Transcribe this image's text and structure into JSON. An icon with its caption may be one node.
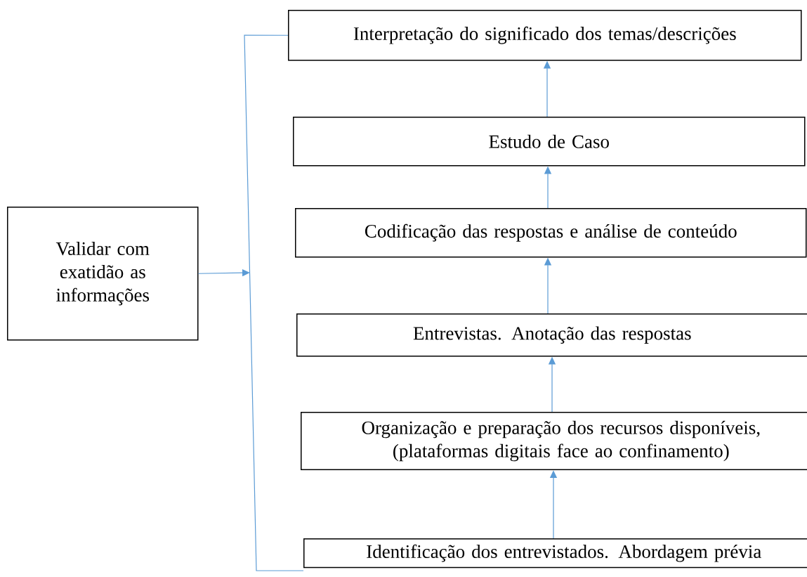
{
  "diagram": {
    "nodes": [
      {
        "text": [
          "Validar com exatidão as informações"
        ]
      },
      {
        "text": [
          "Interpretação do significado dos temas/descrições"
        ]
      },
      {
        "text": [
          "Estudo de Caso"
        ]
      },
      {
        "text": [
          "Codificação das respostas e análise de conteúdo"
        ]
      },
      {
        "text": [
          "Entrevistas. Anotação das respostas"
        ]
      },
      {
        "text": [
          "Organização e preparação dos recursos disponíveis, (plataformas digitais face ao confinamento)"
        ]
      },
      {
        "text": [
          "Identificação dos entrevistados. Abordagem prévia"
        ]
      }
    ],
    "edges": [
      {
        "from": 6,
        "to": 5,
        "arrow": "to"
      },
      {
        "from": 5,
        "to": 4,
        "arrow": "to"
      },
      {
        "from": 4,
        "to": 3,
        "arrow": "to"
      },
      {
        "from": 3,
        "to": 2,
        "arrow": "to"
      },
      {
        "from": 2,
        "to": 1,
        "arrow": "to"
      },
      {
        "from": 1,
        "to": 6,
        "arrow": "none"
      },
      {
        "from": 0,
        "to": null,
        "arrow": "to"
      }
    ]
  }
}
